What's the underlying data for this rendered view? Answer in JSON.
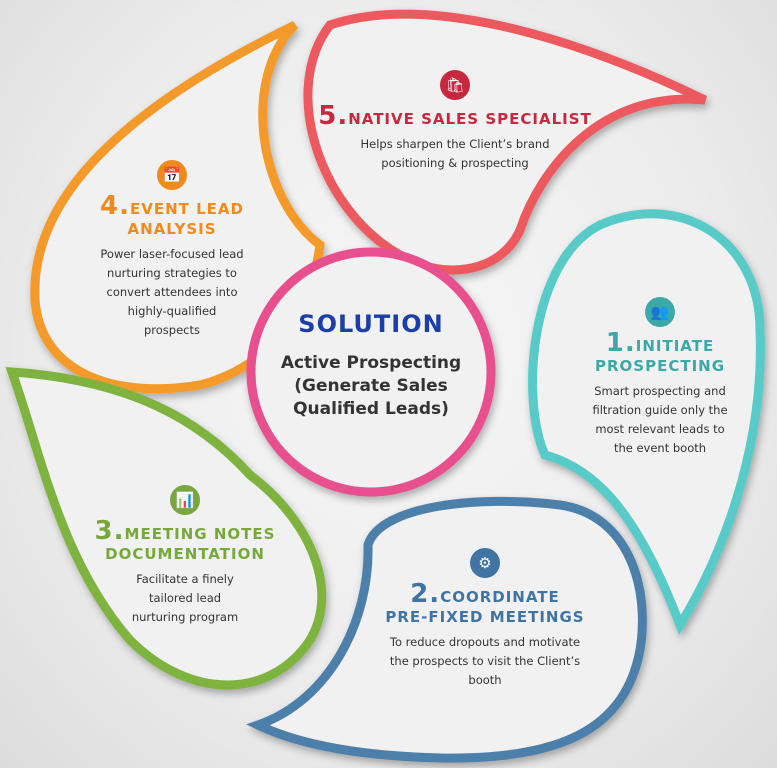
{
  "center": {
    "title": "SOLUTION",
    "subtitle_lines": [
      "Active Prospecting",
      "(Generate Sales",
      "Qualified Leads)"
    ]
  },
  "steps": [
    {
      "number": "1.",
      "title_lines": [
        "INITIATE",
        "PROSPECTING"
      ],
      "desc_lines": [
        "Smart prospecting and",
        "filtration guide only the",
        "most relevant leads to",
        "the event booth"
      ],
      "icon": "people-search-icon",
      "color": "#3aa9a7"
    },
    {
      "number": "2.",
      "title_lines": [
        "COORDINATE",
        "PRE-FIXED MEETINGS"
      ],
      "desc_lines": [
        "To reduce dropouts and motivate",
        "the prospects to visit the Client’s",
        "booth"
      ],
      "icon": "meeting-icon",
      "color": "#3f74a3"
    },
    {
      "number": "3.",
      "title_lines": [
        "MEETING NOTES",
        "DOCUMENTATION"
      ],
      "desc_lines": [
        "Facilitate a finely",
        "tailored lead",
        "nurturing program"
      ],
      "icon": "presentation-board-icon",
      "color": "#78a83a"
    },
    {
      "number": "4.",
      "title_lines": [
        "EVENT LEAD",
        "ANALYSIS"
      ],
      "desc_lines": [
        "Power laser-focused lead",
        "nurturing strategies to",
        "convert attendees into",
        "highly-qualified",
        "prospects"
      ],
      "icon": "calendar-icon",
      "color": "#ef8a1f"
    },
    {
      "number": "5.",
      "title_lines": [
        "NATIVE SALES SPECIALIST"
      ],
      "desc_lines": [
        "Helps sharpen the Client’s brand",
        "positioning & prospecting"
      ],
      "icon": "shopping-bag-tag-icon",
      "color": "#c8283f"
    }
  ]
}
